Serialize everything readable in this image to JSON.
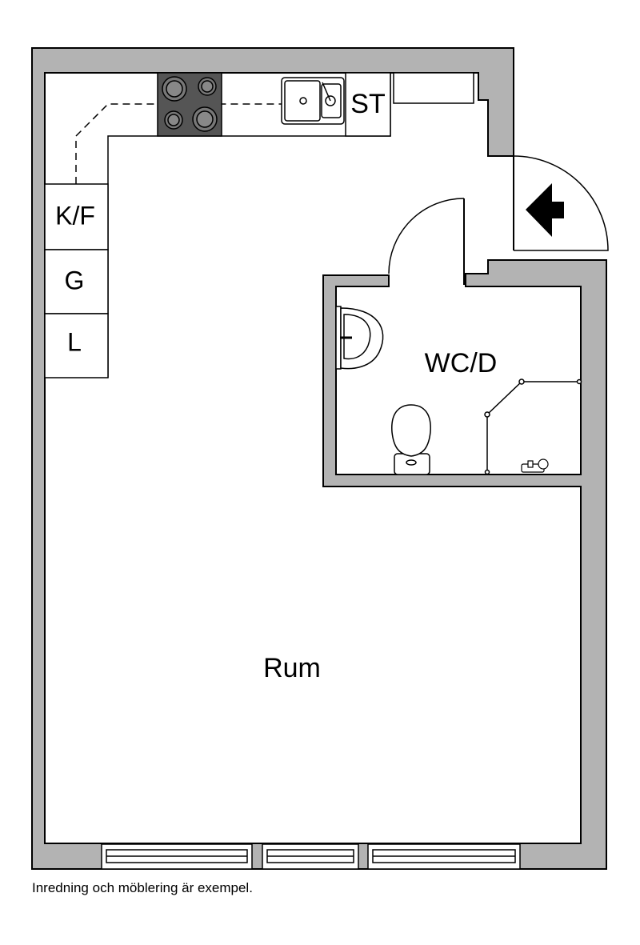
{
  "labels": {
    "fridge_freezer": "K/F",
    "g": "G",
    "l": "L",
    "st": "ST",
    "wc": "WC/D",
    "room": "Rum"
  },
  "caption": "Inredning och möblering är exempel.",
  "colors": {
    "wall": "#b3b3b3",
    "line": "#000000",
    "stove": "#555555",
    "floor": "#ffffff"
  },
  "icons": {
    "entrance": "entrance-arrow-icon",
    "stove": "stove-icon",
    "sink": "kitchen-sink-icon",
    "washbasin": "washbasin-icon",
    "toilet": "toilet-icon",
    "shower": "shower-screen-icon",
    "faucet": "shower-faucet-icon"
  }
}
